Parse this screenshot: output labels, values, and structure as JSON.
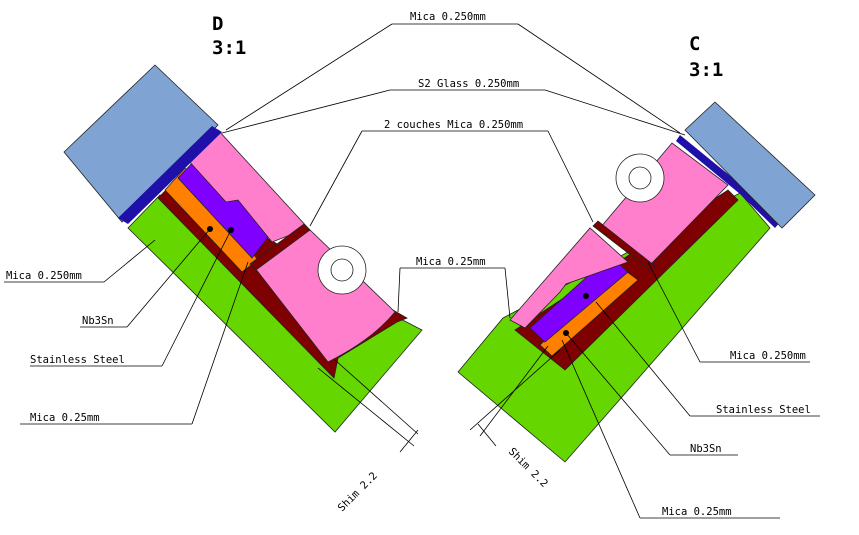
{
  "views": {
    "D": {
      "letter": "D",
      "scale": "3:1"
    },
    "C": {
      "letter": "C",
      "scale": "3:1"
    }
  },
  "top_labels": {
    "mica_top": "Mica 0.250mm",
    "s2_glass": "S2 Glass 0.250mm",
    "couches": "2 couches Mica 0.250mm",
    "mica_middle": "Mica 0.25mm"
  },
  "left_labels": {
    "mica": "Mica 0.250mm",
    "nb3sn": "Nb3Sn",
    "stainless": "Stainless Steel",
    "mica_025": "Mica 0.25mm",
    "shim": "Shim 2.2"
  },
  "right_labels": {
    "mica": "Mica 0.250mm",
    "stainless": "Stainless Steel",
    "nb3sn": "Nb3Sn",
    "mica_025": "Mica 0.25mm",
    "shim": "Shim 2.2"
  },
  "colors": {
    "blue_block": "#7fa3d3",
    "dark_blue": "#1e10a8",
    "pink": "#ff7fcc",
    "purple": "#7f00ff",
    "orange": "#ff7f00",
    "maroon": "#7f0000",
    "green": "#66d600"
  }
}
